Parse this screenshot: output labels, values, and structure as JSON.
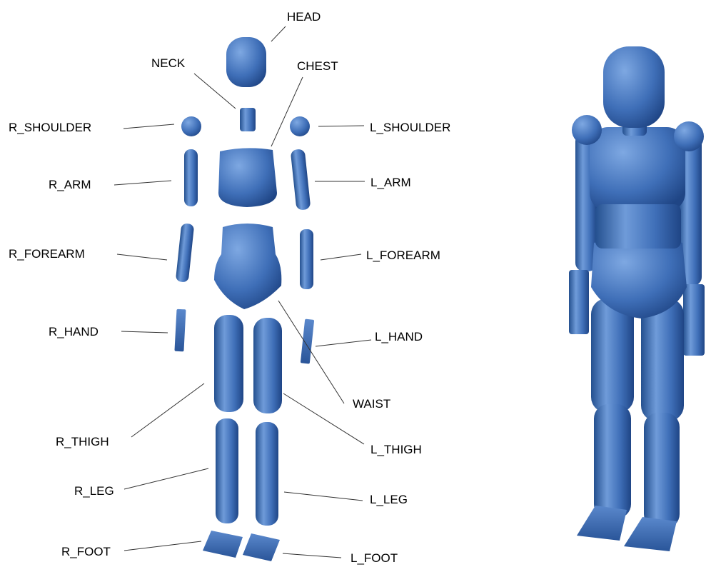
{
  "labels": {
    "head": "HEAD",
    "neck": "NECK",
    "chest": "CHEST",
    "r_shoulder": "R_SHOULDER",
    "l_shoulder": "L_SHOULDER",
    "r_arm": "R_ARM",
    "l_arm": "L_ARM",
    "r_forearm": "R_FOREARM",
    "l_forearm": "L_FOREARM",
    "r_hand": "R_HAND",
    "l_hand": "L_HAND",
    "waist": "WAIST",
    "r_thigh": "R_THIGH",
    "l_thigh": "L_THIGH",
    "r_leg": "R_LEG",
    "l_leg": "L_LEG",
    "r_foot": "R_FOOT",
    "l_foot": "L_FOOT"
  },
  "colors": {
    "part_light": "#6f9bd9",
    "part_mid": "#3f6fb8",
    "part_dark": "#1f4585",
    "leader_line": "#333333",
    "background": "#ffffff"
  }
}
